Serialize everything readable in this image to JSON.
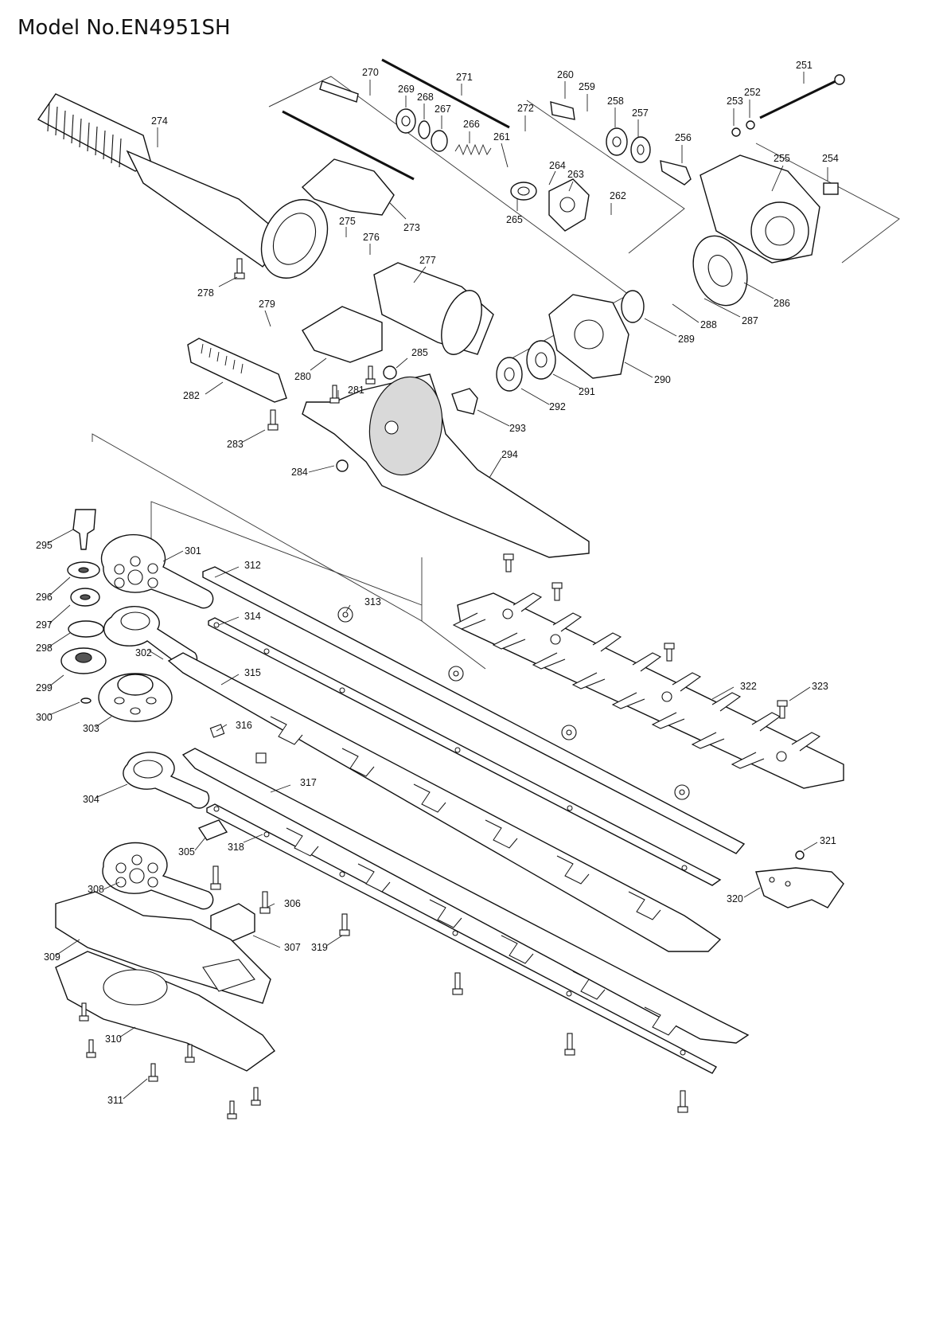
{
  "page": {
    "title": "Model No.EN4951SH"
  },
  "parts": [
    "251",
    "252",
    "253",
    "254",
    "255",
    "256",
    "257",
    "258",
    "259",
    "260",
    "261",
    "262",
    "263",
    "264",
    "265",
    "266",
    "267",
    "268",
    "269",
    "270",
    "271",
    "272",
    "273",
    "274",
    "275",
    "276",
    "277",
    "278",
    "279",
    "280",
    "281",
    "282",
    "283",
    "284",
    "285",
    "286",
    "287",
    "288",
    "289",
    "290",
    "291",
    "292",
    "293",
    "294",
    "295",
    "296",
    "297",
    "298",
    "299",
    "300",
    "301",
    "302",
    "303",
    "304",
    "305",
    "306",
    "307",
    "308",
    "309",
    "310",
    "311",
    "312",
    "313",
    "314",
    "315",
    "316",
    "317",
    "318",
    "319",
    "320",
    "321",
    "322",
    "323"
  ]
}
